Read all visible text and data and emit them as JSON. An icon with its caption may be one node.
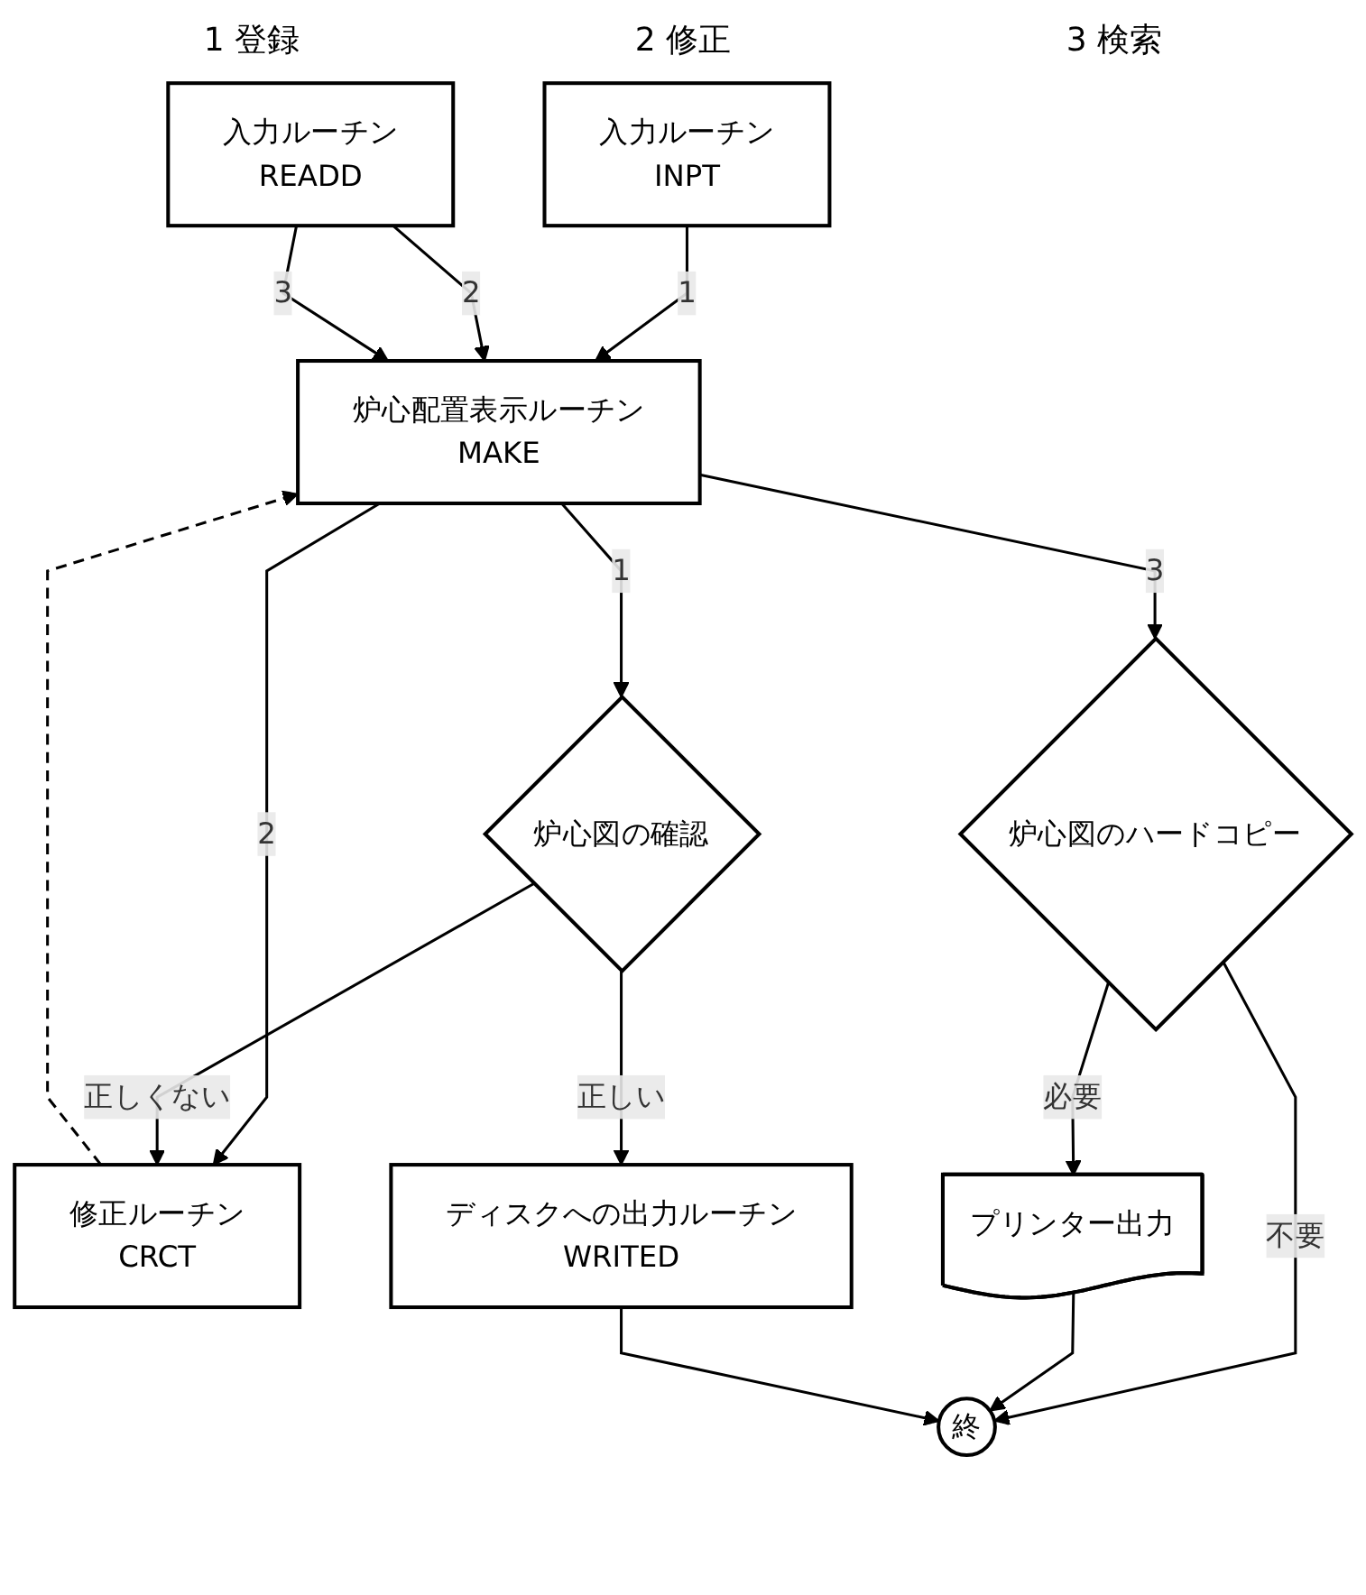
{
  "diagram": {
    "nodes": [
      {
        "text": [
          "入力ルーチン",
          "INPT"
        ]
      },
      {
        "text": [
          "入力ルーチン",
          "READD"
        ]
      },
      {
        "text": [
          "炉心配置表示ルーチン",
          "MAKE"
        ]
      },
      {
        "text": [
          "修正ルーチン",
          "CRCT"
        ]
      },
      {
        "text": [
          "炉心図の確認"
        ]
      },
      {
        "text": [
          "炉心図のハードコピー"
        ]
      },
      {
        "text": [
          "プリンター出力"
        ]
      },
      {
        "text": [
          "ディスクへの出力ルーチン",
          "WRITED"
        ]
      },
      {
        "text": [
          "終"
        ]
      }
    ],
    "edges": [
      {
        "from": 0,
        "to": 2,
        "arrow": "to",
        "label": "1"
      },
      {
        "from": 1,
        "to": 2,
        "arrow": "to",
        "label": "2"
      },
      {
        "from": 1,
        "to": 2,
        "arrow": "to",
        "label": "3"
      },
      {
        "from": 2,
        "to": 4,
        "arrow": "to",
        "label": "1"
      },
      {
        "from": 2,
        "to": 3,
        "arrow": "to",
        "label": "2"
      },
      {
        "from": 2,
        "to": 5,
        "arrow": "to",
        "label": "3"
      },
      {
        "from": 3,
        "to": 2,
        "arrow": "to",
        "style": "dashed"
      },
      {
        "from": 4,
        "to": 3,
        "arrow": "to",
        "label": "正しくない"
      },
      {
        "from": 4,
        "to": 7,
        "arrow": "to",
        "label": "正しい"
      },
      {
        "from": 5,
        "to": 8,
        "arrow": "to",
        "label": "不要"
      },
      {
        "from": 5,
        "to": 6,
        "arrow": "to",
        "label": "必要"
      },
      {
        "from": 6,
        "to": 8,
        "arrow": "to"
      },
      {
        "from": 7,
        "to": 8,
        "arrow": "to"
      }
    ],
    "labels": [
      "1 登録",
      "2 修正",
      "3 検索"
    ]
  }
}
